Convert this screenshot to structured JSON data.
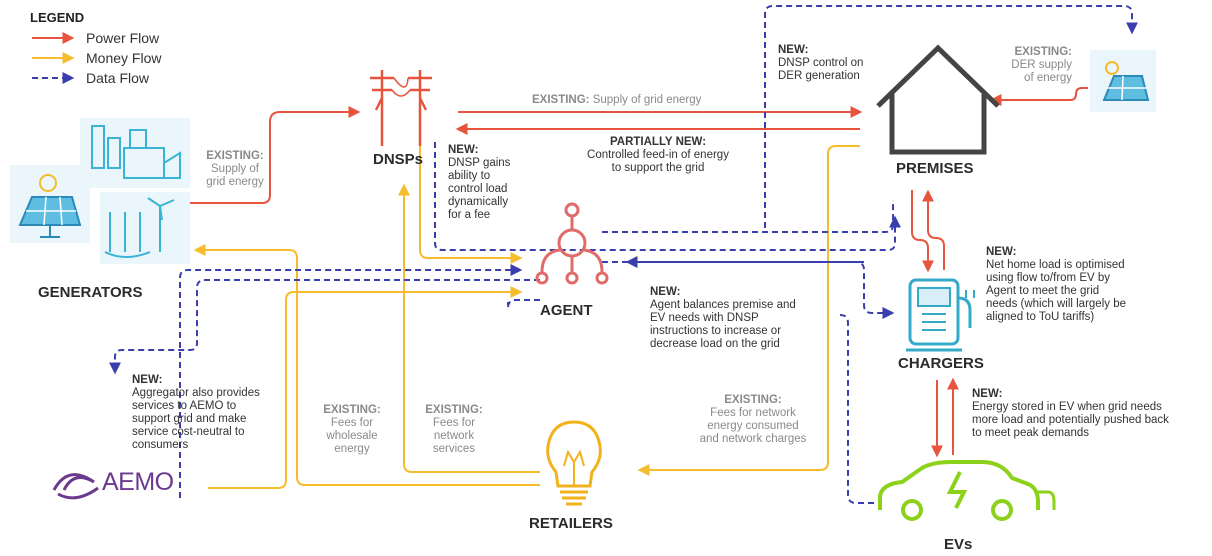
{
  "legend": {
    "title": "LEGEND",
    "items": [
      {
        "label": "Power Flow",
        "color": "#e8553e"
      },
      {
        "label": "Money Flow",
        "color": "#f5bc2c"
      },
      {
        "label": "Data Flow",
        "color": "#3b3fae"
      }
    ]
  },
  "nodes": {
    "generators": "GENERATORS",
    "dnsps": "DNSPs",
    "agent": "AGENT",
    "premises": "PREMISES",
    "chargers": "CHARGERS",
    "evs": "EVs",
    "retailers": "RETAILERS",
    "aemo": "AEMO"
  },
  "labels": {
    "gen_supply": {
      "tag": "EXISTING:",
      "text": [
        "Supply of",
        "grid energy"
      ]
    },
    "grid_supply": {
      "tag": "EXISTING:",
      "text": "Supply of grid energy"
    },
    "feed_in": {
      "tag": "PARTIALLY NEW:",
      "text": [
        "Controlled feed-in of energy",
        "to support the grid"
      ]
    },
    "dnsp_load": {
      "tag": "NEW:",
      "text": [
        "DNSP gains",
        "ability to",
        "control load",
        "dynamically",
        "for a fee"
      ]
    },
    "dnsp_der": {
      "tag": "NEW:",
      "text": [
        "DNSP control on",
        "DER generation"
      ]
    },
    "der_supply": {
      "tag": "EXISTING:",
      "text": [
        "DER supply",
        "of energy"
      ]
    },
    "net_home": {
      "tag": "NEW:",
      "text": [
        "Net home load is optimised",
        "using flow to/from EV by",
        "Agent to meet the grid",
        "needs (which will largely be",
        "aligned to ToU tariffs)"
      ]
    },
    "agent_balance": {
      "tag": "NEW:",
      "text": [
        "Agent balances premise and",
        "EV needs with DNSP",
        "instructions to increase or",
        "decrease load on the grid"
      ]
    },
    "ev_storage": {
      "tag": "NEW:",
      "text": [
        "Energy stored in EV when grid needs",
        "more load and potentially pushed back",
        "to meet peak demands"
      ]
    },
    "aggregator": {
      "tag": "NEW:",
      "text": [
        "Aggregator also provides",
        "services to AEMO to",
        "support grid and make",
        "service cost-neutral to",
        "consumers"
      ]
    },
    "wholesale": {
      "tag": "EXISTING:",
      "text": [
        "Fees for",
        "wholesale",
        "energy"
      ]
    },
    "network_services": {
      "tag": "EXISTING:",
      "text": [
        "Fees for",
        "network",
        "services"
      ]
    },
    "network_energy": {
      "tag": "EXISTING:",
      "text": [
        "Fees for network",
        "energy consumed",
        "and network charges"
      ]
    }
  }
}
